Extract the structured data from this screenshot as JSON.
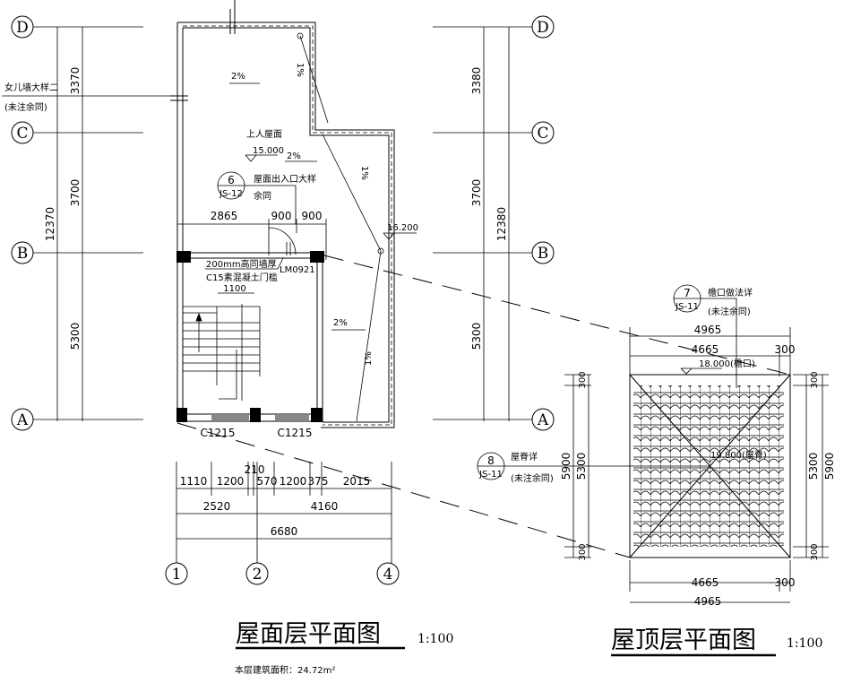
{
  "axes": {
    "D": "D",
    "C": "C",
    "B": "B",
    "A": "A",
    "n1": "1",
    "n2": "2",
    "n4": "4"
  },
  "left_dims": {
    "dc": "3370",
    "cb": "3700",
    "ba": "5300",
    "total": "12370"
  },
  "right_dims": {
    "dc": "3380",
    "cb": "3700",
    "ba": "5300",
    "total": "12380"
  },
  "bottom_dims": {
    "row1": [
      "1110",
      "1200",
      "210",
      "570",
      "1200",
      "375",
      "2015"
    ],
    "row2": [
      "2520",
      "4160"
    ],
    "row3": "6680"
  },
  "plan_labels": {
    "parapet_1": "女儿墙大样二",
    "parapet_2": "(未注余同)",
    "roof_access": "上人屋面",
    "roof_elev": "15.000",
    "slope_2": "2%",
    "slope_1": "1%",
    "detail6_num": "6",
    "detail6_ref": "JS-12",
    "detail6_1": "屋面出入口大样",
    "detail6_2": "余同",
    "d2865": "2865",
    "d900a": "900",
    "d900b": "900",
    "elev_16200": "16.200",
    "sill_1": "200mm高同墙厚",
    "sill_2": "C15素混凝土门槛",
    "door": "LM0921",
    "d1100": "1100",
    "window": "C1215"
  },
  "roof_plan": {
    "d4965": "4965",
    "d4665": "4665",
    "d300": "300",
    "d5900": "5900",
    "d5300": "5300",
    "detail7_num": "7",
    "detail7_ref": "JS-11",
    "detail7_1": "檐口做法详",
    "detail7_2": "(未注余同)",
    "eave_elev": "18.000(檐口)",
    "detail8_num": "8",
    "detail8_ref": "JS-11",
    "detail8_1": "屋脊详",
    "detail8_2": "(未注余同)",
    "ridge_elev": "19.800(屋脊)"
  },
  "titles": {
    "plan": "屋面层平面图",
    "plan_scale": "1:100",
    "area": "本层建筑面积：24.72m²",
    "roof": "屋顶层平面图",
    "roof_scale": "1:100"
  }
}
